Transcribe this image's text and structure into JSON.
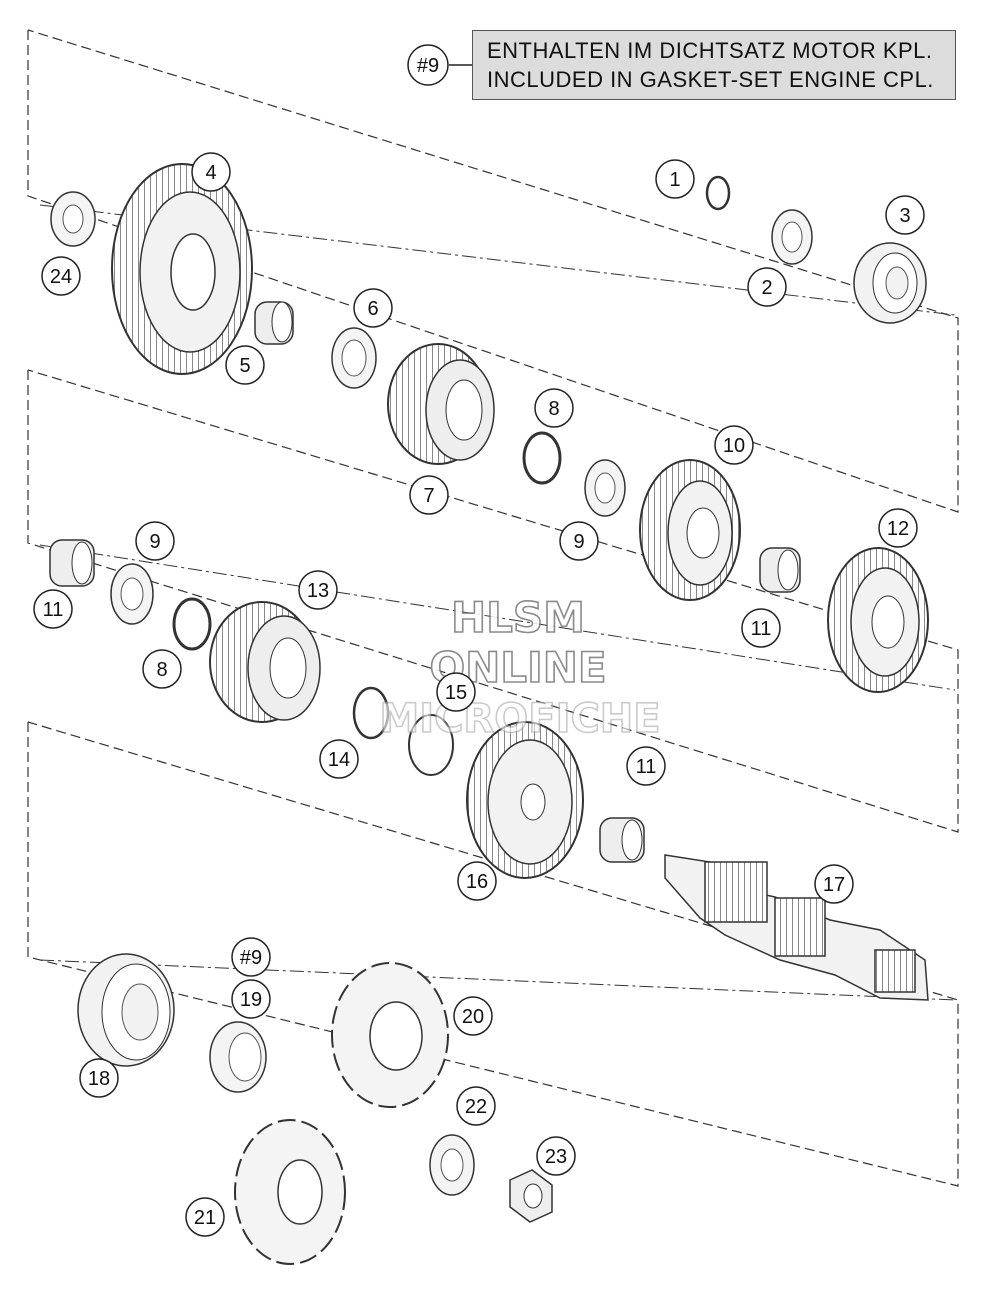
{
  "legend": {
    "ref": "#9",
    "line1": "ENTHALTEN IM DICHTSATZ MOTOR KPL.",
    "line2": "INCLUDED IN GASKET-SET ENGINE CPL."
  },
  "watermark": {
    "line1": "HLSM",
    "line2": "ONLINE",
    "line3": "MICROFICHE"
  },
  "callouts": {
    "c1": "1",
    "c2": "2",
    "c3": "3",
    "c4": "4",
    "c5": "5",
    "c6": "6",
    "c7": "7",
    "c8a": "8",
    "c8b": "8",
    "c9a": "9",
    "c9b": "9",
    "c10": "10",
    "c11a": "11",
    "c11b": "11",
    "c11c": "11",
    "c12": "12",
    "c13": "13",
    "c14": "14",
    "c15": "15",
    "c16": "16",
    "c17": "17",
    "c18": "18",
    "c9c": "#9",
    "c19": "19",
    "c20": "20",
    "c21": "21",
    "c22": "22",
    "c23": "23",
    "c24": "24"
  }
}
